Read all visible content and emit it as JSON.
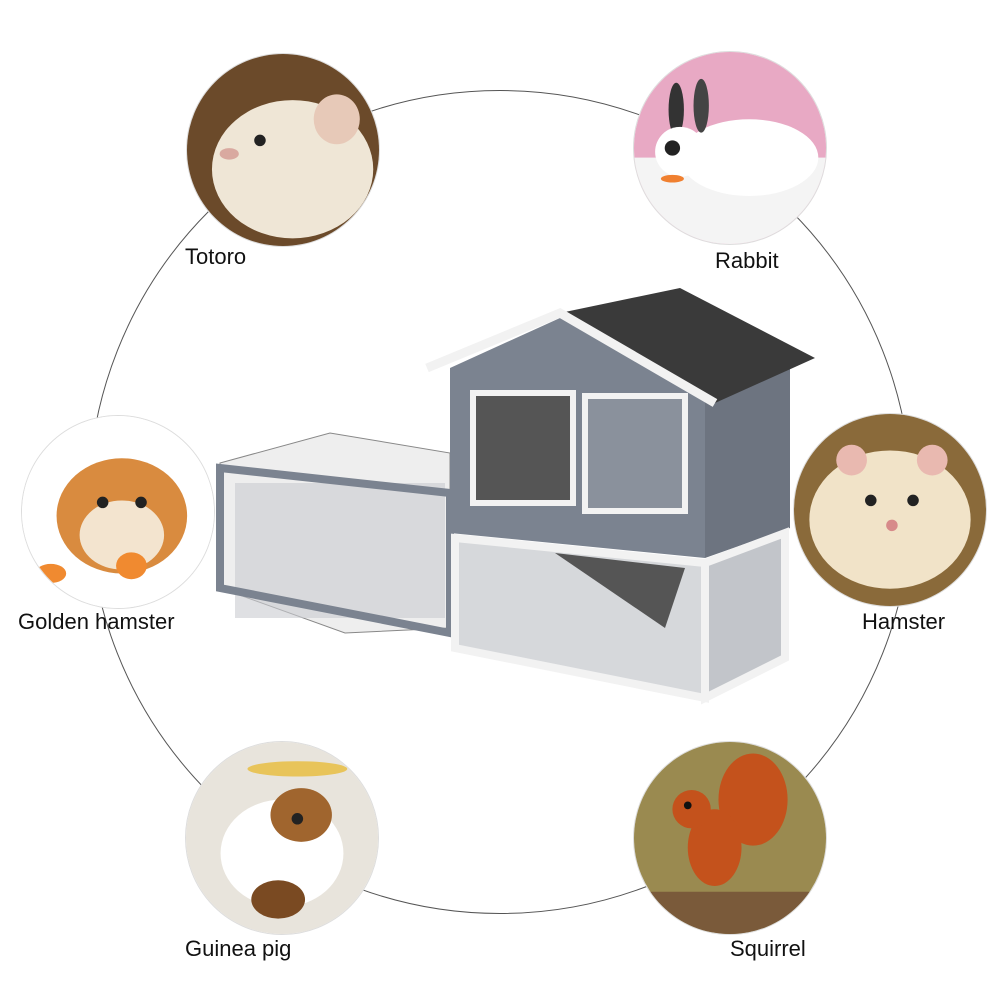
{
  "animals": [
    {
      "name": "Totoro",
      "colors": [
        "#6b4a2a",
        "#efe6d6"
      ]
    },
    {
      "name": "Rabbit",
      "colors": [
        "#e8a9c4",
        "#ffffff"
      ]
    },
    {
      "name": "Golden hamster",
      "colors": [
        "#ffffff",
        "#d98b3f"
      ]
    },
    {
      "name": "Hamster",
      "colors": [
        "#8a6a3a",
        "#f1e3c8"
      ]
    },
    {
      "name": "Guinea pig",
      "colors": [
        "#e8e4dc",
        "#a0652e"
      ]
    },
    {
      "name": "Squirrel",
      "colors": [
        "#9a8a50",
        "#c4521c"
      ]
    }
  ],
  "product": {
    "name": "rabbit-hutch",
    "frame_color": "#f2f2f2",
    "panel_color": "#7b8390",
    "roof_color": "#3a3a3a"
  }
}
